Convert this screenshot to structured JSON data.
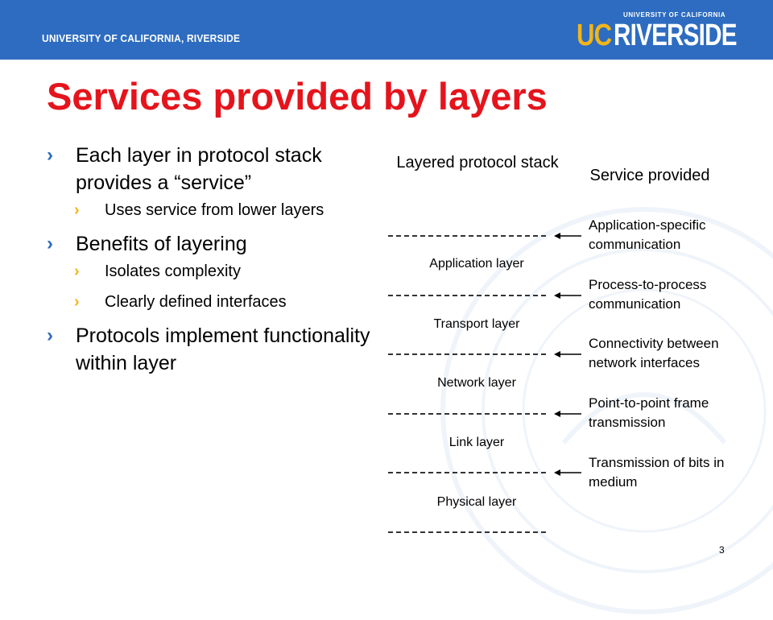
{
  "header": {
    "org_name": "UNIVERSITY OF CALIFORNIA, RIVERSIDE",
    "logo": {
      "top_text": "UNIVERSITY OF CALIFORNIA",
      "uc": "UC",
      "riverside": "RIVERSIDE"
    }
  },
  "slide": {
    "title": "Services provided by layers",
    "bullets": [
      {
        "text": "Each layer in protocol stack provides a “service”",
        "sub": [
          "Uses service from lower layers"
        ]
      },
      {
        "text": "Benefits of layering",
        "sub": [
          "Isolates complexity",
          "Clearly defined interfaces"
        ]
      },
      {
        "text": "Protocols implement functionality within layer",
        "sub": []
      }
    ],
    "page_number": "3"
  },
  "diagram": {
    "stack_heading": "Layered protocol stack",
    "service_heading": "Service provided",
    "layers": [
      "Application layer",
      "Transport layer",
      "Network layer",
      "Link layer",
      "Physical layer"
    ],
    "services": [
      "Application-specific communication",
      "Process-to-process communication",
      "Connectivity between network interfaces",
      "Point-to-point frame transmission",
      "Transmission of bits in medium"
    ]
  },
  "colors": {
    "header_blue": "#2d6cc0",
    "title_red": "#e5141c",
    "accent_gold": "#f2b519"
  }
}
